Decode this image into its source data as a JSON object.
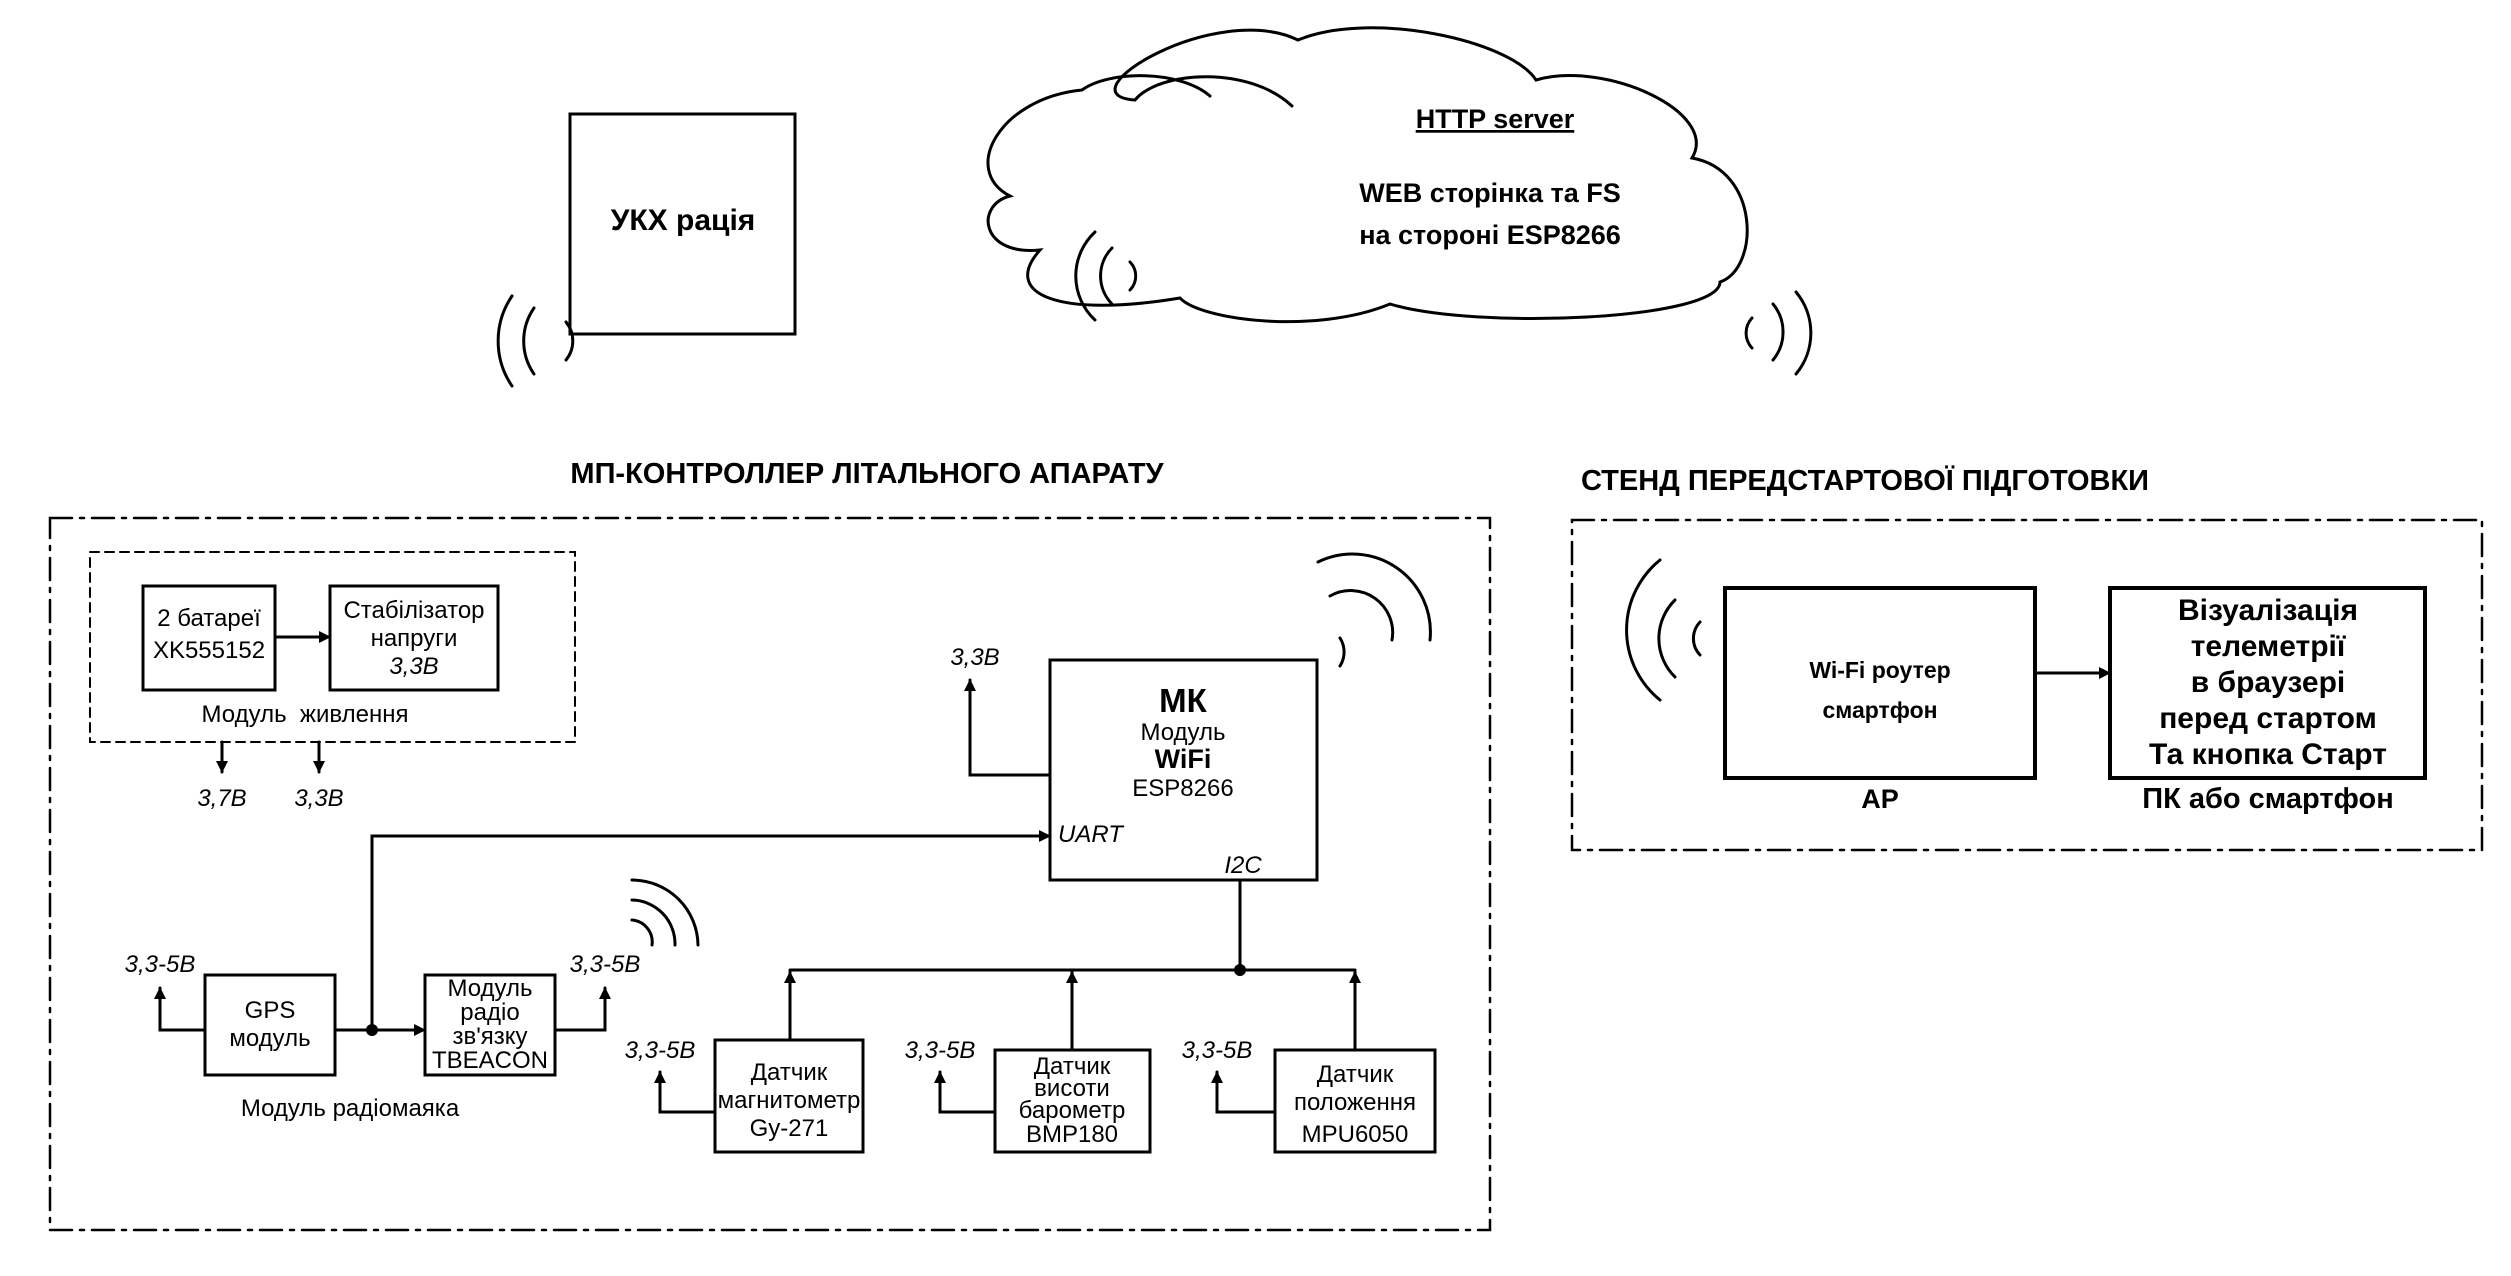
{
  "sections": {
    "controller_title": "МП-КОНТРОЛЛЕР ЛІТАЛЬНОГО АПАРАТУ",
    "stand_title": "СТЕНД ПЕРЕДСТАРТОВОЇ ПІДГОТОВКИ"
  },
  "ukh": {
    "label": "УКХ рація"
  },
  "cloud": {
    "server": "HTTP server",
    "line1": "WEB сторінка та FS",
    "line2": "на стороні ESP8266"
  },
  "power": {
    "battery_line1": "2 батареї",
    "battery_line2": "XK555152",
    "stab_line1": "Стабілізатор",
    "stab_line2": "напруги",
    "stab_line3": "3,3В",
    "module_label": "Модуль  живлення",
    "out1": "3,7В",
    "out2": "3,3В"
  },
  "mk": {
    "title": "МК",
    "line2": "Модуль",
    "line3": "WiFi",
    "line4": "ESP8266",
    "uart": "UART",
    "i2c": "I2C",
    "vcc": "3,3В"
  },
  "gps": {
    "line1": "GPS",
    "line2": "модуль",
    "vcc": "3,3-5В"
  },
  "radio": {
    "line1": "Модуль",
    "line2": "радіо",
    "line3": "зв'язку",
    "line4": "TBEACON",
    "vcc": "3,3-5В"
  },
  "beacon_label": "Модуль радіомаяка",
  "sensors": [
    {
      "line1": "Датчик",
      "line2": "магнитометр",
      "line3": "Gy-271",
      "vcc": "3,3-5В"
    },
    {
      "line1": "Датчик",
      "line2": "висоти",
      "line3": "барометр",
      "line4": "BMP180",
      "vcc": "3,3-5В"
    },
    {
      "line1": "Датчик",
      "line2": "положення",
      "line3": "MPU6050",
      "vcc": "3,3-5В"
    }
  ],
  "router": {
    "line1": "Wi-Fi роутер",
    "line2": "смартфон",
    "caption": "AP"
  },
  "pc": {
    "line1": "Візуалізація",
    "line2": "телеметрії",
    "line3": "в браузері",
    "line4": "перед стартом",
    "line5": "Та кнопка Старт",
    "caption": "ПК або смартфон"
  },
  "colors": {
    "line": "#000000",
    "background": "#ffffff"
  }
}
